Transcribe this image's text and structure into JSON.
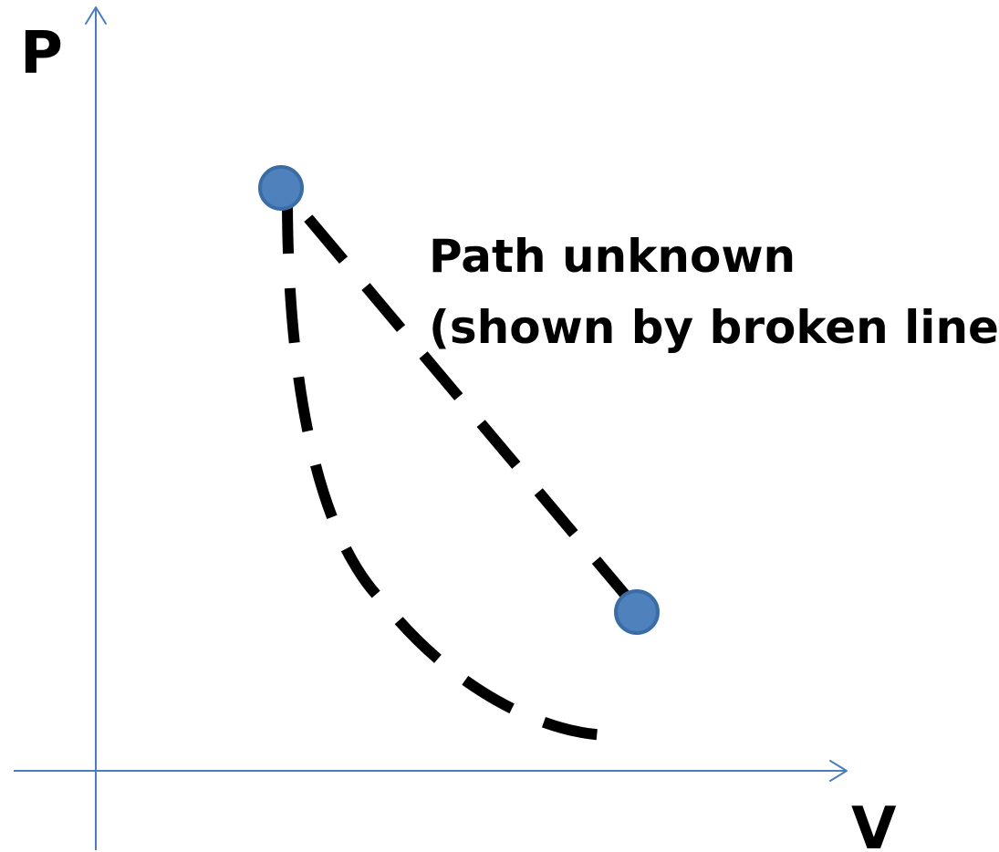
{
  "axes": {
    "y_label": "P",
    "x_label": "V",
    "color": "#4a7ebb"
  },
  "annotation": {
    "line1": "Path unknown",
    "line2": "(shown by broken line)"
  },
  "points": {
    "color": "#4f81bd"
  },
  "paths": {
    "color": "#000000",
    "style": "dashed"
  }
}
